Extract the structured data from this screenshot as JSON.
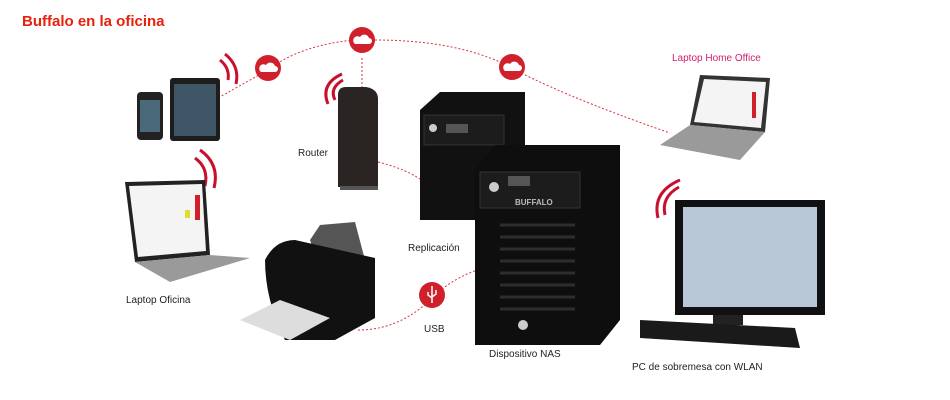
{
  "title": "Buffalo en la oficina",
  "labels": {
    "laptop_home": "Laptop Home Office",
    "router": "Router",
    "replicacion": "Replicación",
    "laptop_oficina": "Laptop Oficina",
    "usb": "USB",
    "nas": "Dispositivo NAS",
    "pc": "PC de sobremesa con WLAN"
  },
  "brand_text": "BUFFALO",
  "colors": {
    "accent": "#e8200c",
    "link": "#c8102e",
    "home_label": "#d0206e"
  }
}
